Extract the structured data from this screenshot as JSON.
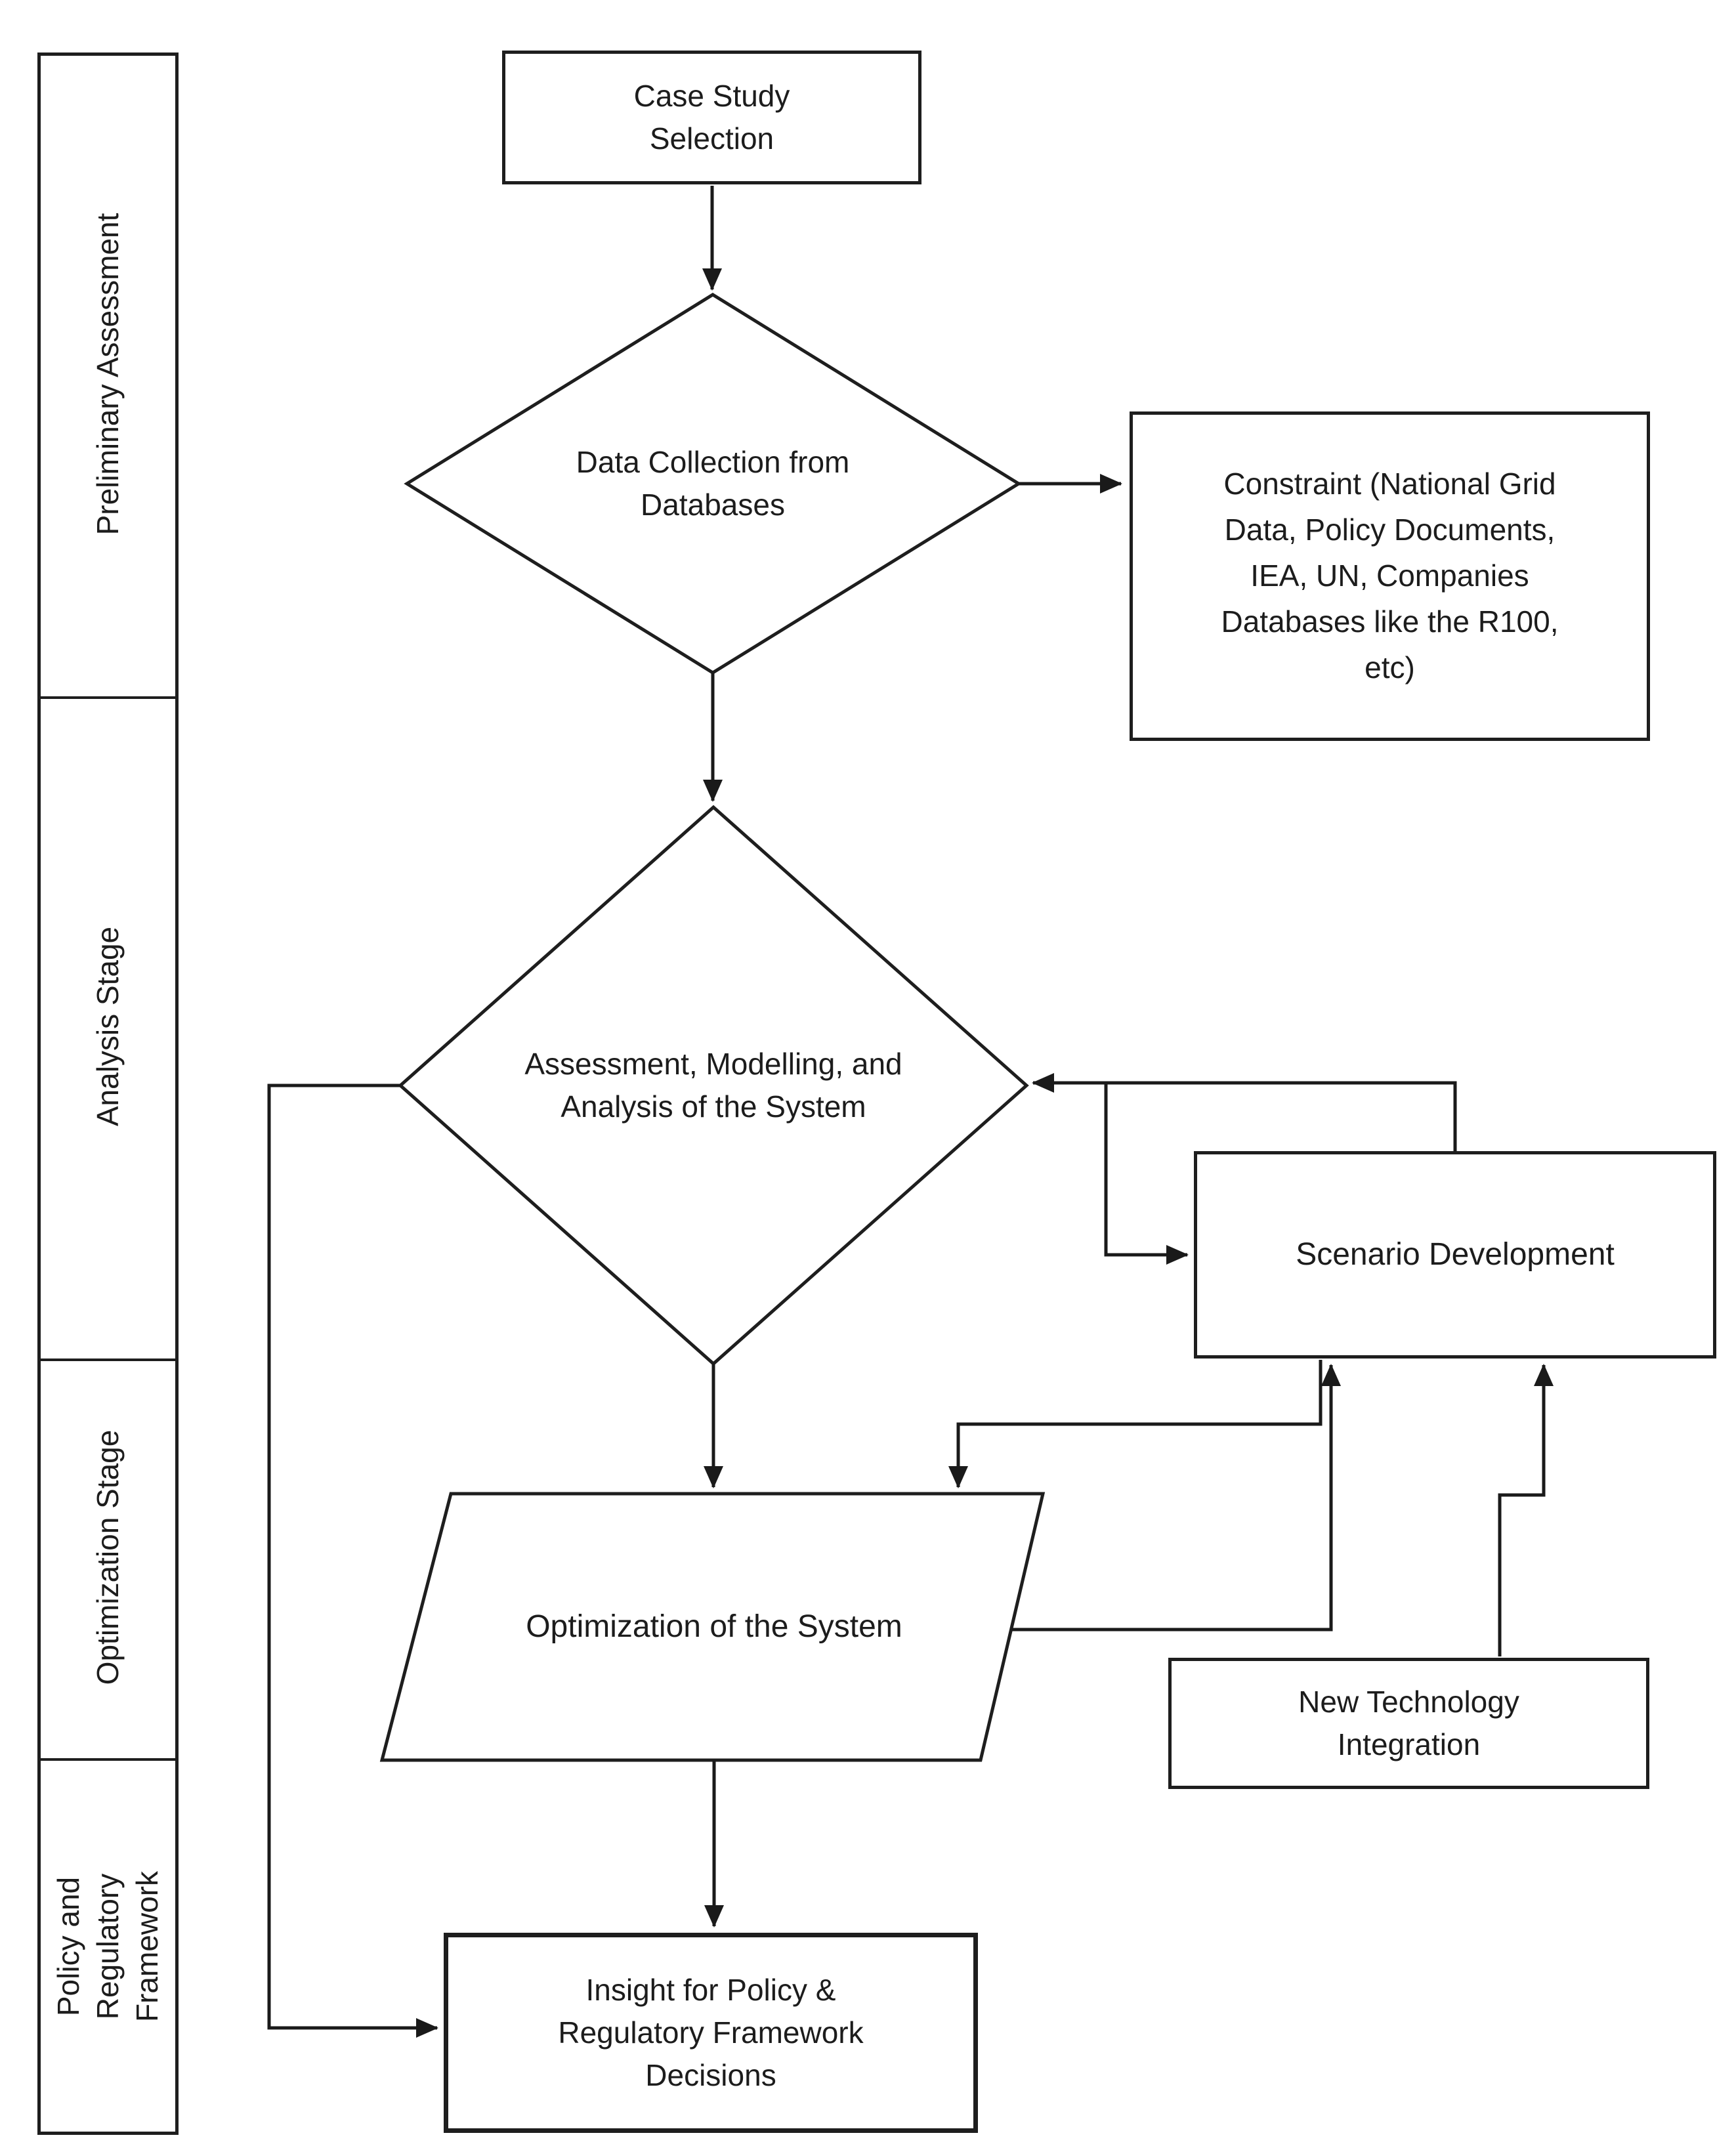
{
  "diagram": {
    "title_hint": "Methodology flowchart",
    "sidebar": {
      "sections": [
        {
          "label": "Preliminary Assessment"
        },
        {
          "label": "Analysis Stage"
        },
        {
          "label": "Optimization Stage"
        },
        {
          "label": "Policy and\nRegulatory\nFramework"
        }
      ]
    },
    "nodes": {
      "case_study": {
        "label": "Case Study\nSelection",
        "shape": "rectangle"
      },
      "data_collection": {
        "label": "Data Collection from\nDatabases",
        "shape": "diamond"
      },
      "constraint": {
        "label": "Constraint (National Grid\nData, Policy Documents,\nIEA, UN, Companies\nDatabases like the R100,\netc)",
        "shape": "rectangle"
      },
      "assessment": {
        "label": "Assessment, Modelling, and\nAnalysis of the System",
        "shape": "diamond"
      },
      "scenario": {
        "label": "Scenario Development",
        "shape": "rectangle"
      },
      "optimization": {
        "label": "Optimization of the System",
        "shape": "parallelogram"
      },
      "new_tech": {
        "label": "New Technology\nIntegration",
        "shape": "rectangle"
      },
      "insight": {
        "label": "Insight for Policy &\nRegulatory Framework\nDecisions",
        "shape": "rectangle"
      }
    },
    "edges": [
      {
        "from": "case_study",
        "to": "data_collection"
      },
      {
        "from": "data_collection",
        "to": "constraint"
      },
      {
        "from": "data_collection",
        "to": "assessment"
      },
      {
        "from": "scenario",
        "to": "assessment"
      },
      {
        "from": "assessment",
        "to": "scenario"
      },
      {
        "from": "assessment",
        "to": "optimization"
      },
      {
        "from": "scenario",
        "to": "optimization"
      },
      {
        "from": "optimization",
        "to": "scenario"
      },
      {
        "from": "new_tech",
        "to": "scenario"
      },
      {
        "from": "optimization",
        "to": "insight"
      },
      {
        "from": "assessment",
        "to": "insight"
      }
    ],
    "colors": {
      "line": "#1a1a1a",
      "text": "#1c1c1c",
      "background": "#ffffff"
    }
  }
}
